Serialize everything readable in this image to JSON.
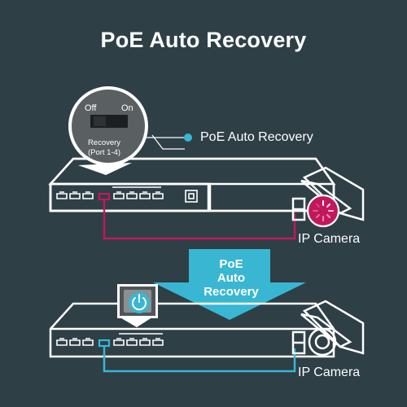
{
  "title": "PoE Auto Recovery",
  "callout": {
    "label": "PoE Auto Recovery"
  },
  "switch_dip": {
    "off_label": "Off",
    "on_label": "On",
    "recovery_line1": "Recovery",
    "recovery_line2": "(Port 1-4)"
  },
  "arrow": {
    "line1": "PoE",
    "line2": "Auto",
    "line3": "Recovery"
  },
  "camera_top": {
    "label": "IP Camera"
  },
  "camera_bottom": {
    "label": "IP Camera"
  },
  "colors": {
    "background": "#2e3f46",
    "outline": "#ffffff",
    "fault": "#c2185b",
    "ok": "#39b6d2",
    "arrow_fill": "#39b6d2"
  },
  "icons": [
    "power-icon",
    "loading-spinner-icon",
    "ip-camera-icon",
    "dip-switch-icon"
  ]
}
